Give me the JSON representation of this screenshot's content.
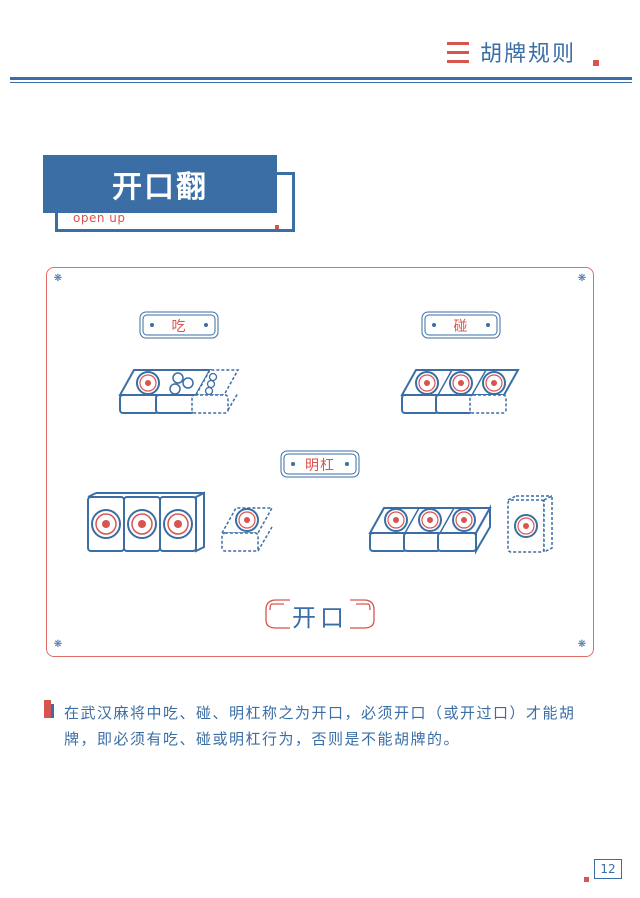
{
  "header": {
    "menu_icon": "hamburger-icon",
    "title": "胡牌规则"
  },
  "section": {
    "title": "开口翻",
    "subtitle": "open up"
  },
  "labels": {
    "chi": "吃",
    "peng": "碰",
    "minggang": "明杠",
    "kaikou": "开口"
  },
  "description": "在武汉麻将中吃、碰、明杠称之为开口，必须开口（或开过口）才能胡牌，即必须有吃、碰或明杠行为，否则是不能胡牌的。",
  "page_number": "12",
  "colors": {
    "blue": "#3a6ea5",
    "red": "#d9534f"
  }
}
